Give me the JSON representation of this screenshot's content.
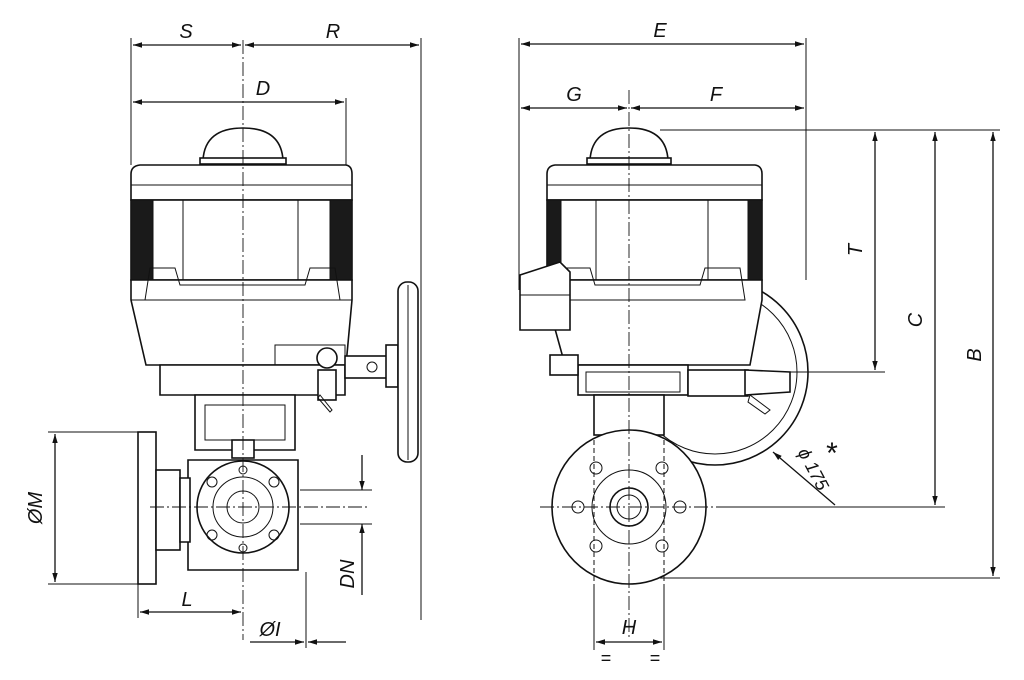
{
  "diagram": {
    "dimension_labels": {
      "S": "S",
      "R": "R",
      "D": "D",
      "E": "E",
      "G": "G",
      "F": "F",
      "T": "T",
      "C": "C",
      "B": "B",
      "M": "ØM",
      "L": "L",
      "I": "ØI",
      "DN": "DN",
      "H": "H",
      "handwheel": "ϕ 175",
      "asterisk": "*",
      "equal_left": "=",
      "equal_right": "="
    }
  }
}
